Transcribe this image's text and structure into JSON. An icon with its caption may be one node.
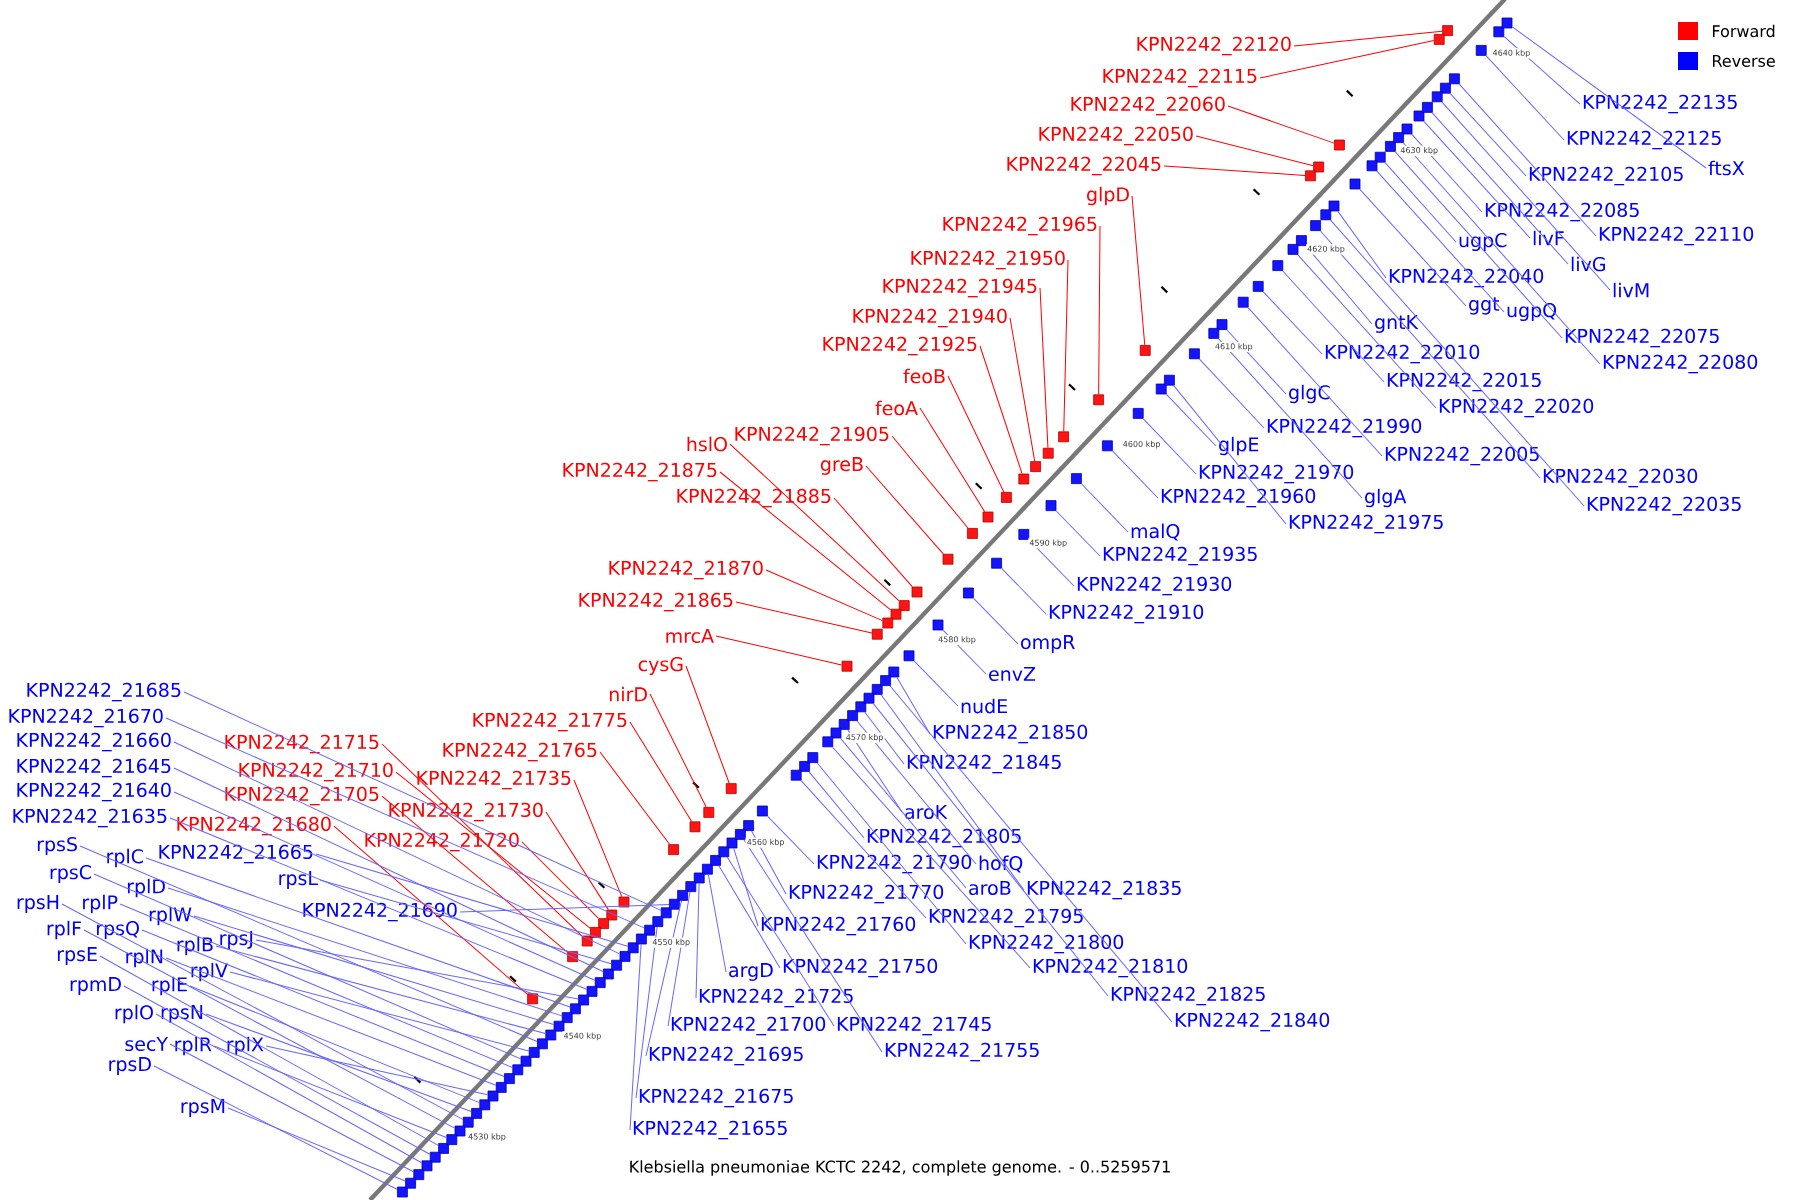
{
  "diagram": {
    "caption": "Klebsiella pneumoniae KCTC 2242, complete genome. - 0..5259571",
    "nodes": [
      {
        "text": [
          "KPN2242_22120"
        ]
      },
      {
        "text": [
          "KPN2242_22115"
        ]
      },
      {
        "text": [
          "KPN2242_22060"
        ]
      },
      {
        "text": [
          "KPN2242_22050"
        ]
      },
      {
        "text": [
          "KPN2242_22045"
        ]
      },
      {
        "text": [
          "glpD"
        ]
      },
      {
        "text": [
          "KPN2242_21965"
        ]
      },
      {
        "text": [
          "KPN2242_21950"
        ]
      },
      {
        "text": [
          "KPN2242_21945"
        ]
      },
      {
        "text": [
          "KPN2242_21940"
        ]
      },
      {
        "text": [
          "KPN2242_21925"
        ]
      },
      {
        "text": [
          "feoB"
        ]
      },
      {
        "text": [
          "feoA"
        ]
      },
      {
        "text": [
          "KPN2242_21905"
        ]
      },
      {
        "text": [
          "hslO"
        ]
      },
      {
        "text": [
          "greB"
        ]
      },
      {
        "text": [
          "KPN2242_21875"
        ]
      },
      {
        "text": [
          "KPN2242_21885"
        ]
      },
      {
        "text": [
          "KPN2242_21870"
        ]
      },
      {
        "text": [
          "KPN2242_21865"
        ]
      },
      {
        "text": [
          "mrcA"
        ]
      },
      {
        "text": [
          "cysG"
        ]
      },
      {
        "text": [
          "nirD"
        ]
      },
      {
        "text": [
          "KPN2242_21775"
        ]
      },
      {
        "text": [
          "KPN2242_21765"
        ]
      },
      {
        "text": [
          "KPN2242_21735"
        ]
      },
      {
        "text": [
          "KPN2242_21730"
        ]
      },
      {
        "text": [
          "KPN2242_21720"
        ]
      },
      {
        "text": [
          "KPN2242_21715"
        ]
      },
      {
        "text": [
          "KPN2242_21710"
        ]
      },
      {
        "text": [
          "KPN2242_21705"
        ]
      },
      {
        "text": [
          "KPN2242_21680"
        ]
      },
      {
        "text": [
          "KPN2242_21685"
        ]
      },
      {
        "text": [
          "KPN2242_21670"
        ]
      },
      {
        "text": [
          "KPN2242_21660"
        ]
      },
      {
        "text": [
          "KPN2242_21645"
        ]
      },
      {
        "text": [
          "KPN2242_21640"
        ]
      },
      {
        "text": [
          "KPN2242_21635"
        ]
      },
      {
        "text": [
          "rpsS"
        ]
      },
      {
        "text": [
          "rplC"
        ]
      },
      {
        "text": [
          "rpsC"
        ]
      },
      {
        "text": [
          "rplD"
        ]
      },
      {
        "text": [
          "rpsH"
        ]
      },
      {
        "text": [
          "rplP"
        ]
      },
      {
        "text": [
          "rplW"
        ]
      },
      {
        "text": [
          "rplF"
        ]
      },
      {
        "text": [
          "rpsQ"
        ]
      },
      {
        "text": [
          "rplB"
        ]
      },
      {
        "text": [
          "rpsJ"
        ]
      },
      {
        "text": [
          "rpsE"
        ]
      },
      {
        "text": [
          "rplN"
        ]
      },
      {
        "text": [
          "rplV"
        ]
      },
      {
        "text": [
          "rpmD"
        ]
      },
      {
        "text": [
          "rplE"
        ]
      },
      {
        "text": [
          "rplO"
        ]
      },
      {
        "text": [
          "rpsN"
        ]
      },
      {
        "text": [
          "secY"
        ]
      },
      {
        "text": [
          "rplR"
        ]
      },
      {
        "text": [
          "rplX"
        ]
      },
      {
        "text": [
          "rpsD"
        ]
      },
      {
        "text": [
          "rpsM"
        ]
      },
      {
        "text": [
          "KPN2242_21665"
        ]
      },
      {
        "text": [
          "rpsL"
        ]
      },
      {
        "text": [
          "KPN2242_21690"
        ]
      },
      {
        "text": [
          "KPN2242_22135"
        ]
      },
      {
        "text": [
          "KPN2242_22125"
        ]
      },
      {
        "text": [
          "ftsX"
        ]
      },
      {
        "text": [
          "KPN2242_22105"
        ]
      },
      {
        "text": [
          "KPN2242_22085"
        ]
      },
      {
        "text": [
          "KPN2242_22110"
        ]
      },
      {
        "text": [
          "ugpC"
        ]
      },
      {
        "text": [
          "livF"
        ]
      },
      {
        "text": [
          "livG"
        ]
      },
      {
        "text": [
          "livM"
        ]
      },
      {
        "text": [
          "KPN2242_22040"
        ]
      },
      {
        "text": [
          "ggt"
        ]
      },
      {
        "text": [
          "ugpQ"
        ]
      },
      {
        "text": [
          "KPN2242_22075"
        ]
      },
      {
        "text": [
          "KPN2242_22080"
        ]
      },
      {
        "text": [
          "gntK"
        ]
      },
      {
        "text": [
          "KPN2242_22010"
        ]
      },
      {
        "text": [
          "KPN2242_22015"
        ]
      },
      {
        "text": [
          "glgC"
        ]
      },
      {
        "text": [
          "KPN2242_22020"
        ]
      },
      {
        "text": [
          "KPN2242_21990"
        ]
      },
      {
        "text": [
          "glpE"
        ]
      },
      {
        "text": [
          "KPN2242_22005"
        ]
      },
      {
        "text": [
          "KPN2242_21970"
        ]
      },
      {
        "text": [
          "KPN2242_22030"
        ]
      },
      {
        "text": [
          "KPN2242_21960"
        ]
      },
      {
        "text": [
          "glgA"
        ]
      },
      {
        "text": [
          "KPN2242_22035"
        ]
      },
      {
        "text": [
          "KPN2242_21975"
        ]
      },
      {
        "text": [
          "malQ"
        ]
      },
      {
        "text": [
          "KPN2242_21935"
        ]
      },
      {
        "text": [
          "KPN2242_21930"
        ]
      },
      {
        "text": [
          "KPN2242_21910"
        ]
      },
      {
        "text": [
          "ompR"
        ]
      },
      {
        "text": [
          "envZ"
        ]
      },
      {
        "text": [
          "nudE"
        ]
      },
      {
        "text": [
          "KPN2242_21850"
        ]
      },
      {
        "text": [
          "KPN2242_21845"
        ]
      },
      {
        "text": [
          "aroK"
        ]
      },
      {
        "text": [
          "KPN2242_21805"
        ]
      },
      {
        "text": [
          "KPN2242_21790"
        ]
      },
      {
        "text": [
          "hofQ"
        ]
      },
      {
        "text": [
          "aroB"
        ]
      },
      {
        "text": [
          "KPN2242_21835"
        ]
      },
      {
        "text": [
          "KPN2242_21770"
        ]
      },
      {
        "text": [
          "KPN2242_21795"
        ]
      },
      {
        "text": [
          "KPN2242_21760"
        ]
      },
      {
        "text": [
          "KPN2242_21800"
        ]
      },
      {
        "text": [
          "argD"
        ]
      },
      {
        "text": [
          "KPN2242_21750"
        ]
      },
      {
        "text": [
          "KPN2242_21810"
        ]
      },
      {
        "text": [
          "KPN2242_21825"
        ]
      },
      {
        "text": [
          "KPN2242_21725"
        ]
      },
      {
        "text": [
          "KPN2242_21700"
        ]
      },
      {
        "text": [
          "KPN2242_21745"
        ]
      },
      {
        "text": [
          "KPN2242_21840"
        ]
      },
      {
        "text": [
          "KPN2242_21755"
        ]
      },
      {
        "text": [
          "KPN2242_21695"
        ]
      },
      {
        "text": [
          "KPN2242_21675"
        ]
      },
      {
        "text": [
          "KPN2242_21655"
        ]
      },
      {
        "text": [],
        "shape": "box"
      },
      {
        "text": [],
        "shape": "box"
      },
      {
        "text": [],
        "shape": "box"
      },
      {
        "text": [],
        "shape": "box"
      },
      {
        "text": [],
        "shape": "box"
      },
      {
        "text": [],
        "shape": "box"
      },
      {
        "text": [],
        "shape": "box"
      },
      {
        "text": [],
        "shape": "box"
      },
      {
        "text": [],
        "shape": "box"
      },
      {
        "text": [],
        "shape": "box"
      },
      {
        "text": [],
        "shape": "box"
      },
      {
        "text": [],
        "shape": "box"
      },
      {
        "text": [],
        "shape": "box"
      },
      {
        "text": [],
        "shape": "box"
      },
      {
        "text": [],
        "shape": "box"
      },
      {
        "text": [],
        "shape": "box"
      },
      {
        "text": [],
        "shape": "box"
      },
      {
        "text": [],
        "shape": "box"
      },
      {
        "text": [],
        "shape": "box"
      },
      {
        "text": [],
        "shape": "box"
      },
      {
        "text": [],
        "shape": "box"
      },
      {
        "text": [],
        "shape": "box"
      },
      {
        "text": [],
        "shape": "box"
      },
      {
        "text": [],
        "shape": "box"
      },
      {
        "text": [],
        "shape": "box"
      },
      {
        "text": [],
        "shape": "box"
      },
      {
        "text": [],
        "shape": "box"
      },
      {
        "text": [],
        "shape": "box"
      },
      {
        "text": [],
        "shape": "box"
      },
      {
        "text": [],
        "shape": "box"
      },
      {
        "text": [],
        "shape": "box"
      },
      {
        "text": [],
        "shape": "box"
      },
      {
        "text": [],
        "shape": "box"
      },
      {
        "text": [],
        "shape": "box"
      },
      {
        "text": [],
        "shape": "box"
      },
      {
        "text": [],
        "shape": "box"
      },
      {
        "text": [],
        "shape": "box"
      },
      {
        "text": [],
        "shape": "box"
      },
      {
        "text": [],
        "shape": "box"
      },
      {
        "text": [],
        "shape": "box"
      },
      {
        "text": [],
        "shape": "box"
      },
      {
        "text": [],
        "shape": "box"
      },
      {
        "text": [],
        "shape": "box"
      },
      {
        "text": [],
        "shape": "box"
      },
      {
        "text": [],
        "shape": "box"
      },
      {
        "text": [],
        "shape": "box"
      },
      {
        "text": [],
        "shape": "box"
      },
      {
        "text": [],
        "shape": "box"
      },
      {
        "text": [],
        "shape": "box"
      },
      {
        "text": [],
        "shape": "box"
      },
      {
        "text": [],
        "shape": "box"
      },
      {
        "text": [],
        "shape": "box"
      },
      {
        "text": [],
        "shape": "box"
      },
      {
        "text": [],
        "shape": "box"
      },
      {
        "text": [],
        "shape": "box"
      },
      {
        "text": [],
        "shape": "box"
      },
      {
        "text": [],
        "shape": "box"
      },
      {
        "text": [],
        "shape": "box"
      },
      {
        "text": [],
        "shape": "box"
      },
      {
        "text": [],
        "shape": "box"
      },
      {
        "text": [],
        "shape": "box"
      },
      {
        "text": [],
        "shape": "box"
      },
      {
        "text": [],
        "shape": "box"
      },
      {
        "text": [],
        "shape": "box"
      },
      {
        "text": [],
        "shape": "box"
      },
      {
        "text": [],
        "shape": "box"
      },
      {
        "text": [],
        "shape": "box"
      },
      {
        "text": [],
        "shape": "box"
      },
      {
        "text": [],
        "shape": "box"
      },
      {
        "text": [],
        "shape": "box"
      },
      {
        "text": [],
        "shape": "box"
      },
      {
        "text": [],
        "shape": "box"
      },
      {
        "text": [],
        "shape": "box"
      },
      {
        "text": [],
        "shape": "box"
      },
      {
        "text": [],
        "shape": "box"
      },
      {
        "text": [],
        "shape": "box"
      },
      {
        "text": [],
        "shape": "box"
      },
      {
        "text": [],
        "shape": "box"
      },
      {
        "text": [],
        "shape": "box"
      },
      {
        "text": [],
        "shape": "box"
      },
      {
        "text": [],
        "shape": "box"
      },
      {
        "text": [],
        "shape": "box"
      },
      {
        "text": [],
        "shape": "box"
      },
      {
        "text": [],
        "shape": "box"
      },
      {
        "text": [],
        "shape": "box"
      },
      {
        "text": [],
        "shape": "box"
      },
      {
        "text": [],
        "shape": "box"
      },
      {
        "text": [],
        "shape": "box"
      },
      {
        "text": [],
        "shape": "box"
      },
      {
        "text": [],
        "shape": "box"
      },
      {
        "text": [],
        "shape": "box"
      },
      {
        "text": [],
        "shape": "box"
      },
      {
        "text": [],
        "shape": "box"
      },
      {
        "text": [],
        "shape": "box"
      },
      {
        "text": [],
        "shape": "box"
      },
      {
        "text": [],
        "shape": "box"
      },
      {
        "text": [],
        "shape": "box"
      },
      {
        "text": [],
        "shape": "box"
      },
      {
        "text": [],
        "shape": "box"
      },
      {
        "text": [],
        "shape": "box"
      },
      {
        "text": [],
        "shape": "box"
      },
      {
        "text": [],
        "shape": "box"
      },
      {
        "text": [],
        "shape": "box"
      },
      {
        "text": [],
        "shape": "box"
      },
      {
        "text": [],
        "shape": "box"
      },
      {
        "text": [],
        "shape": "box"
      },
      {
        "text": [],
        "shape": "box"
      },
      {
        "text": [],
        "shape": "box"
      },
      {
        "text": [],
        "shape": "box"
      },
      {
        "text": [],
        "shape": "box"
      },
      {
        "text": [],
        "shape": "box"
      },
      {
        "text": [],
        "shape": "box"
      },
      {
        "text": [],
        "shape": "box"
      },
      {
        "text": [],
        "shape": "box"
      },
      {
        "text": [],
        "shape": "box"
      },
      {
        "text": [],
        "shape": "box"
      },
      {
        "text": [],
        "shape": "box"
      },
      {
        "text": [],
        "shape": "box"
      },
      {
        "text": [],
        "shape": "box"
      },
      {
        "text": [],
        "shape": "box"
      },
      {
        "text": [],
        "shape": "box"
      },
      {
        "text": [],
        "shape": "box"
      },
      {
        "text": [],
        "shape": "box"
      },
      {
        "text": [],
        "shape": "box"
      }
    ],
    "edges": [
      {
        "from": 0,
        "to": 124,
        "arrow": "none",
        "color": "#ff0000"
      },
      {
        "from": 1,
        "to": 125,
        "arrow": "none",
        "color": "#ff0000"
      },
      {
        "from": 2,
        "to": 126,
        "arrow": "none",
        "color": "#ff0000"
      },
      {
        "from": 3,
        "to": 127,
        "arrow": "none",
        "color": "#ff0000"
      },
      {
        "from": 4,
        "to": 128,
        "arrow": "none",
        "color": "#ff0000"
      },
      {
        "from": 5,
        "to": 129,
        "arrow": "none",
        "color": "#ff0000"
      },
      {
        "from": 6,
        "to": 130,
        "arrow": "none",
        "color": "#ff0000"
      },
      {
        "from": 7,
        "to": 131,
        "arrow": "none",
        "color": "#ff0000"
      },
      {
        "from": 8,
        "to": 132,
        "arrow": "none",
        "color": "#ff0000"
      },
      {
        "from": 9,
        "to": 133,
        "arrow": "none",
        "color": "#ff0000"
      },
      {
        "from": 10,
        "to": 134,
        "arrow": "none",
        "color": "#ff0000"
      },
      {
        "from": 11,
        "to": 135,
        "arrow": "none",
        "color": "#ff0000"
      },
      {
        "from": 12,
        "to": 136,
        "arrow": "none",
        "color": "#ff0000"
      },
      {
        "from": 13,
        "to": 137,
        "arrow": "none",
        "color": "#ff0000"
      },
      {
        "from": 14,
        "to": 138,
        "arrow": "none",
        "color": "#ff0000"
      },
      {
        "from": 15,
        "to": 139,
        "arrow": "none",
        "color": "#ff0000"
      },
      {
        "from": 16,
        "to": 140,
        "arrow": "none",
        "color": "#ff0000"
      },
      {
        "from": 17,
        "to": 141,
        "arrow": "none",
        "color": "#ff0000"
      },
      {
        "from": 18,
        "to": 142,
        "arrow": "none",
        "color": "#ff0000"
      },
      {
        "from": 19,
        "to": 143,
        "arrow": "none",
        "color": "#ff0000"
      },
      {
        "from": 20,
        "to": 144,
        "arrow": "none",
        "color": "#ff0000"
      },
      {
        "from": 21,
        "to": 145,
        "arrow": "none",
        "color": "#ff0000"
      },
      {
        "from": 22,
        "to": 146,
        "arrow": "none",
        "color": "#ff0000"
      },
      {
        "from": 23,
        "to": 147,
        "arrow": "none",
        "color": "#ff0000"
      },
      {
        "from": 24,
        "to": 148,
        "arrow": "none",
        "color": "#ff0000"
      },
      {
        "from": 25,
        "to": 149,
        "arrow": "none",
        "color": "#ff0000"
      },
      {
        "from": 26,
        "to": 150,
        "arrow": "none",
        "color": "#ff0000"
      },
      {
        "from": 27,
        "to": 151,
        "arrow": "none",
        "color": "#ff0000"
      },
      {
        "from": 28,
        "to": 152,
        "arrow": "none",
        "color": "#ff0000"
      },
      {
        "from": 29,
        "to": 153,
        "arrow": "none",
        "color": "#ff0000"
      },
      {
        "from": 30,
        "to": 154,
        "arrow": "none",
        "color": "#ff0000"
      },
      {
        "from": 31,
        "to": 155,
        "arrow": "none",
        "color": "#ff0000"
      },
      {
        "from": 32,
        "to": 156,
        "arrow": "none"
      },
      {
        "from": 33,
        "to": 157,
        "arrow": "none"
      },
      {
        "from": 34,
        "to": 158,
        "arrow": "none"
      },
      {
        "from": 35,
        "to": 159,
        "arrow": "none"
      },
      {
        "from": 36,
        "to": 160,
        "arrow": "none"
      },
      {
        "from": 37,
        "to": 161,
        "arrow": "none"
      },
      {
        "from": 38,
        "to": 162,
        "arrow": "none"
      },
      {
        "from": 39,
        "to": 163,
        "arrow": "none"
      },
      {
        "from": 40,
        "to": 164,
        "arrow": "none"
      },
      {
        "from": 41,
        "to": 165,
        "arrow": "none"
      },
      {
        "from": 42,
        "to": 166,
        "arrow": "none"
      },
      {
        "from": 43,
        "to": 167,
        "arrow": "none"
      },
      {
        "from": 44,
        "to": 168,
        "arrow": "none"
      },
      {
        "from": 45,
        "to": 169,
        "arrow": "none"
      },
      {
        "from": 46,
        "to": 170,
        "arrow": "none"
      },
      {
        "from": 47,
        "to": 171,
        "arrow": "none"
      },
      {
        "from": 48,
        "to": 172,
        "arrow": "none"
      },
      {
        "from": 49,
        "to": 173,
        "arrow": "none"
      },
      {
        "from": 50,
        "to": 174,
        "arrow": "none"
      },
      {
        "from": 51,
        "to": 175,
        "arrow": "none"
      },
      {
        "from": 52,
        "to": 176,
        "arrow": "none"
      },
      {
        "from": 53,
        "to": 177,
        "arrow": "none"
      },
      {
        "from": 54,
        "to": 178,
        "arrow": "none"
      },
      {
        "from": 55,
        "to": 179,
        "arrow": "none"
      },
      {
        "from": 56,
        "to": 180,
        "arrow": "none"
      },
      {
        "from": 57,
        "to": 181,
        "arrow": "none"
      },
      {
        "from": 58,
        "to": 182,
        "arrow": "none"
      },
      {
        "from": 59,
        "to": 183,
        "arrow": "none"
      },
      {
        "from": 60,
        "to": 184,
        "arrow": "none"
      },
      {
        "from": 61,
        "to": 185,
        "arrow": "none"
      },
      {
        "from": 62,
        "to": 186,
        "arrow": "none"
      },
      {
        "from": 63,
        "to": 187,
        "arrow": "none"
      },
      {
        "from": 64,
        "to": 188,
        "arrow": "none"
      },
      {
        "from": 65,
        "to": 189,
        "arrow": "none"
      },
      {
        "from": 66,
        "to": 190,
        "arrow": "none"
      },
      {
        "from": 67,
        "to": 191,
        "arrow": "none"
      },
      {
        "from": 68,
        "to": 192,
        "arrow": "none"
      },
      {
        "from": 69,
        "to": 193,
        "arrow": "none"
      },
      {
        "from": 70,
        "to": 194,
        "arrow": "none"
      },
      {
        "from": 71,
        "to": 195,
        "arrow": "none"
      },
      {
        "from": 72,
        "to": 196,
        "arrow": "none"
      },
      {
        "from": 73,
        "to": 197,
        "arrow": "none"
      },
      {
        "from": 74,
        "to": 198,
        "arrow": "none"
      },
      {
        "from": 75,
        "to": 199,
        "arrow": "none"
      },
      {
        "from": 76,
        "to": 200,
        "arrow": "none"
      },
      {
        "from": 77,
        "to": 201,
        "arrow": "none"
      },
      {
        "from": 78,
        "to": 202,
        "arrow": "none"
      },
      {
        "from": 79,
        "to": 203,
        "arrow": "none"
      },
      {
        "from": 80,
        "to": 204,
        "arrow": "none"
      },
      {
        "from": 81,
        "to": 205,
        "arrow": "none"
      },
      {
        "from": 82,
        "to": 206,
        "arrow": "none"
      },
      {
        "from": 83,
        "to": 207,
        "arrow": "none"
      },
      {
        "from": 84,
        "to": 208,
        "arrow": "none"
      },
      {
        "from": 85,
        "to": 209,
        "arrow": "none"
      },
      {
        "from": 86,
        "to": 210,
        "arrow": "none"
      },
      {
        "from": 87,
        "to": 211,
        "arrow": "none"
      },
      {
        "from": 88,
        "to": 212,
        "arrow": "none"
      },
      {
        "from": 89,
        "to": 213,
        "arrow": "none"
      },
      {
        "from": 90,
        "to": 214,
        "arrow": "none"
      },
      {
        "from": 91,
        "to": 215,
        "arrow": "none"
      },
      {
        "from": 92,
        "to": 216,
        "arrow": "none"
      },
      {
        "from": 93,
        "to": 217,
        "arrow": "none"
      },
      {
        "from": 94,
        "to": 218,
        "arrow": "none"
      },
      {
        "from": 95,
        "to": 219,
        "arrow": "none"
      },
      {
        "from": 96,
        "to": 220,
        "arrow": "none"
      },
      {
        "from": 97,
        "to": 221,
        "arrow": "none"
      },
      {
        "from": 98,
        "to": 222,
        "arrow": "none"
      },
      {
        "from": 99,
        "to": 223,
        "arrow": "none"
      },
      {
        "from": 100,
        "to": 224,
        "arrow": "none"
      },
      {
        "from": 101,
        "to": 225,
        "arrow": "none"
      },
      {
        "from": 102,
        "to": 226,
        "arrow": "none"
      },
      {
        "from": 103,
        "to": 227,
        "arrow": "none"
      },
      {
        "from": 104,
        "to": 228,
        "arrow": "none"
      },
      {
        "from": 105,
        "to": 229,
        "arrow": "none"
      },
      {
        "from": 106,
        "to": 230,
        "arrow": "none"
      },
      {
        "from": 107,
        "to": 231,
        "arrow": "none"
      },
      {
        "from": 108,
        "to": 232,
        "arrow": "none"
      },
      {
        "from": 109,
        "to": 233,
        "arrow": "none"
      },
      {
        "from": 110,
        "to": 234,
        "arrow": "none"
      },
      {
        "from": 111,
        "to": 235,
        "arrow": "none"
      },
      {
        "from": 112,
        "to": 236,
        "arrow": "none"
      },
      {
        "from": 113,
        "to": 237,
        "arrow": "none"
      },
      {
        "from": 114,
        "to": 238,
        "arrow": "none"
      },
      {
        "from": 115,
        "to": 239,
        "arrow": "none"
      },
      {
        "from": 116,
        "to": 240,
        "arrow": "none"
      },
      {
        "from": 117,
        "to": 241,
        "arrow": "none"
      },
      {
        "from": 118,
        "to": 242,
        "arrow": "none"
      },
      {
        "from": 119,
        "to": 243,
        "arrow": "none"
      },
      {
        "from": 120,
        "to": 244,
        "arrow": "none"
      },
      {
        "from": 121,
        "to": 245,
        "arrow": "none"
      },
      {
        "from": 122,
        "to": 246,
        "arrow": "none"
      },
      {
        "from": 123,
        "to": 247,
        "arrow": "none"
      }
    ],
    "labels": [
      "4530 kbp",
      "4540 kbp",
      "4550 kbp",
      "4560 kbp",
      "4570 kbp",
      "4580 kbp",
      "4590 kbp",
      "4600 kbp",
      "4610 kbp",
      "4620 kbp",
      "4630 kbp",
      "4640 kbp"
    ],
    "legend": [
      {
        "text": "Forward",
        "color": "#ff0000"
      },
      {
        "text": "Reverse",
        "color": "#0000ff"
      }
    ]
  }
}
